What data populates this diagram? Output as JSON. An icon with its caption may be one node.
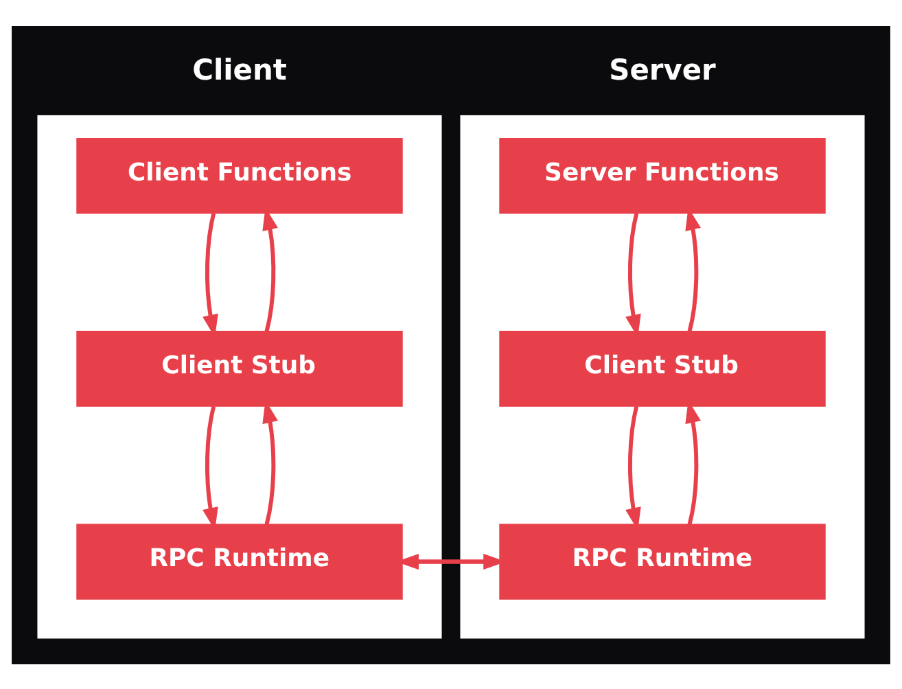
{
  "diagram": {
    "nodes": [
      {
        "text": [
          "Client"
        ]
      },
      {
        "text": [
          "Client Functions"
        ],
        "in": 0
      },
      {
        "text": [
          "Client Stub"
        ],
        "in": 0
      },
      {
        "text": [
          "RPC Runtime"
        ],
        "in": 0
      },
      {
        "text": [
          "Server"
        ]
      },
      {
        "text": [
          "Server Functions"
        ],
        "in": 4
      },
      {
        "text": [
          "Client Stub"
        ],
        "in": 4
      },
      {
        "text": [
          "RPC Runtime"
        ],
        "in": 4
      }
    ],
    "edges": [
      {
        "from": 1,
        "to": 2,
        "arrow": "to"
      },
      {
        "from": 2,
        "to": 1,
        "arrow": "to"
      },
      {
        "from": 2,
        "to": 3,
        "arrow": "to"
      },
      {
        "from": 3,
        "to": 2,
        "arrow": "to"
      },
      {
        "from": 3,
        "to": 7,
        "arrow": "to"
      },
      {
        "from": 7,
        "to": 3,
        "arrow": "to"
      },
      {
        "from": 5,
        "to": 6,
        "arrow": "to"
      },
      {
        "from": 6,
        "to": 5,
        "arrow": "to"
      },
      {
        "from": 6,
        "to": 7,
        "arrow": "to"
      },
      {
        "from": 7,
        "to": 6,
        "arrow": "to"
      }
    ]
  }
}
